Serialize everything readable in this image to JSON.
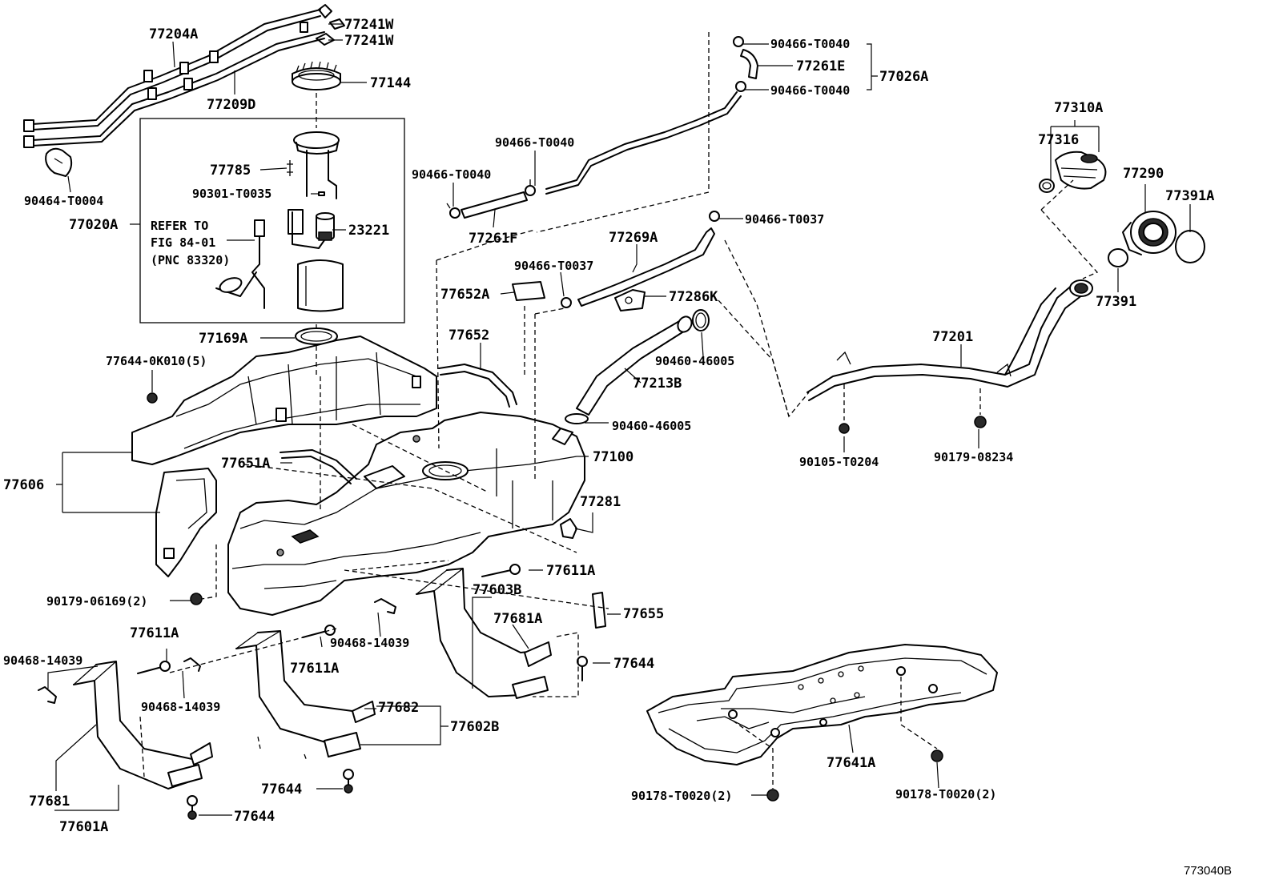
{
  "diagram_id": "773040B",
  "refer_note": [
    "REFER TO",
    "FIG 84-01",
    "(PNC 83320)"
  ],
  "labels": {
    "p77204A": "77204A",
    "p77241W_1": "77241W",
    "p77241W_2": "77241W",
    "p77144": "77144",
    "p77209D": "77209D",
    "p90464_T0004": "90464-T0004",
    "p77020A": "77020A",
    "p77785": "77785",
    "p90301_T0035": "90301-T0035",
    "p23221": "23221",
    "p77169A": "77169A",
    "p77644_0K010": "77644-0K010(5)",
    "p77606": "77606",
    "p77651A": "77651A",
    "p90179_06169": "90179-06169(2)",
    "p90466_T0040_a": "90466-T0040",
    "p90466_T0040_b": "90466-T0040",
    "p90466_T0040_c": "90466-T0040",
    "p90466_T0040_d": "90466-T0040",
    "p77261E": "77261E",
    "p77026A": "77026A",
    "p77261F": "77261F",
    "p90466_T0037_a": "90466-T0037",
    "p90466_T0037_b": "90466-T0037",
    "p77269A": "77269A",
    "p77652A": "77652A",
    "p77286K": "77286K",
    "p77652": "77652",
    "p90460_46005_a": "90460-46005",
    "p90460_46005_b": "90460-46005",
    "p77213B": "77213B",
    "p77100": "77100",
    "p77281": "77281",
    "p77611A_a": "77611A",
    "p77611A_b": "77611A",
    "p77611A_c": "77611A",
    "p77603B": "77603B",
    "p77655": "77655",
    "p77681A": "77681A",
    "p90468_14039_a": "90468-14039",
    "p90468_14039_b": "90468-14039",
    "p90468_14039_c": "90468-14039",
    "p77644_a": "77644",
    "p77644_b": "77644",
    "p77644_c": "77644",
    "p77682": "77682",
    "p77602B": "77602B",
    "p77681": "77681",
    "p77601A": "77601A",
    "p77310A": "77310A",
    "p77316": "77316",
    "p77290": "77290",
    "p77391A": "77391A",
    "p77391": "77391",
    "p77201": "77201",
    "p90105_T0204": "90105-T0204",
    "p90179_08234": "90179-08234",
    "p77641A": "77641A",
    "p90178_T0020_a": "90178-T0020(2)",
    "p90178_T0020_b": "90178-T0020(2)"
  }
}
